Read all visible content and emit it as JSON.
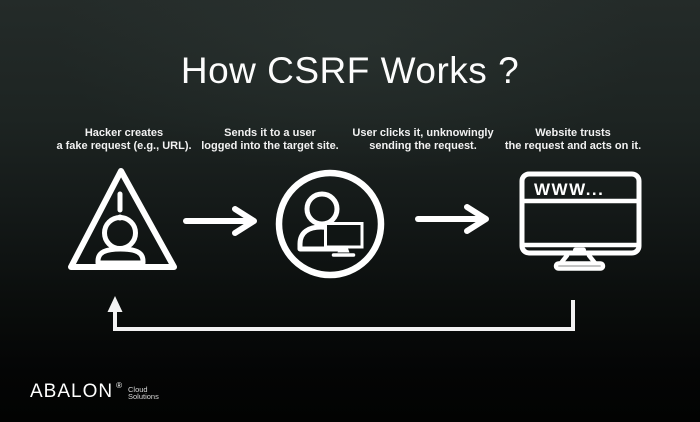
{
  "title": "How CSRF Works ?",
  "steps": [
    {
      "icon": "hacker-warning-triangle-icon",
      "lines": [
        "Hacker creates",
        "a fake request (e.g., URL)."
      ]
    },
    {
      "icon": "user-at-computer-circle-icon",
      "lines": [
        "Sends it to a user",
        "logged into the target site."
      ]
    },
    {
      "icon": null,
      "lines": [
        "User clicks it, unknowingly",
        "sending the request."
      ]
    },
    {
      "icon": "website-monitor-icon",
      "lines": [
        "Website trusts",
        "the request and acts on it."
      ]
    }
  ],
  "icons": {
    "browser_address_text": "WWW...",
    "flow_arrows": [
      "arrow-right-icon",
      "arrow-right-icon",
      "return-arrow-icon"
    ]
  },
  "logo": {
    "brand": "ABALON",
    "registered_mark": "®",
    "tagline_line1": "Cloud",
    "tagline_line2": "Solutions"
  },
  "colors": {
    "background_top": "#242b29",
    "background_bottom": "#020302",
    "foreground": "#ffffff"
  }
}
